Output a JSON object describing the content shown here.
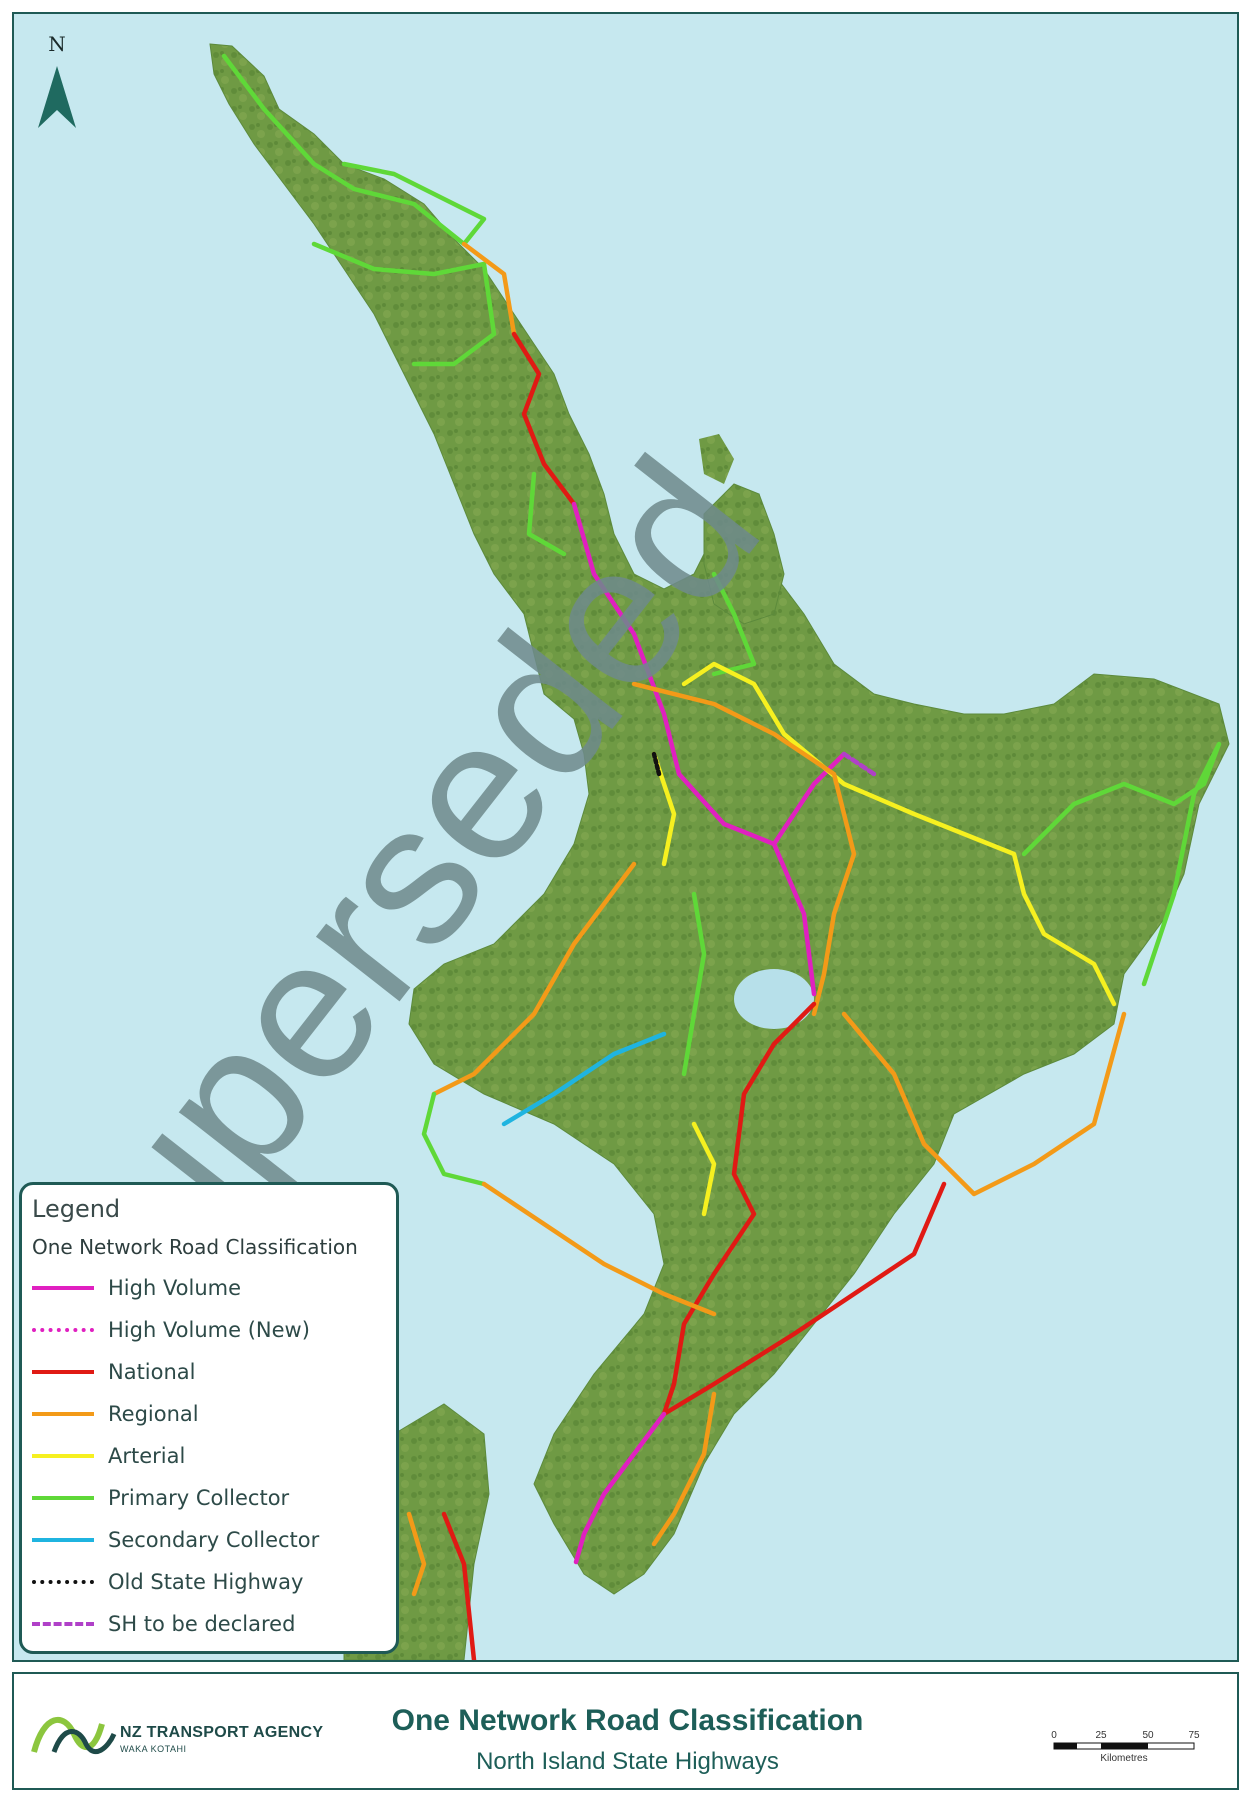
{
  "north_arrow": {
    "label": "N"
  },
  "legend": {
    "title": "Legend",
    "subtitle": "One Network Road Classification",
    "items": [
      {
        "label": "High Volume",
        "color": "#e020c0",
        "style": "solid",
        "icon": "line-swatch-icon"
      },
      {
        "label": "High Volume (New)",
        "color": "#e020c0",
        "style": "dotted",
        "icon": "line-swatch-icon"
      },
      {
        "label": "National",
        "color": "#e01a14",
        "style": "solid",
        "icon": "line-swatch-icon"
      },
      {
        "label": "Regional",
        "color": "#f39a18",
        "style": "solid",
        "icon": "line-swatch-icon"
      },
      {
        "label": "Arterial",
        "color": "#f6f020",
        "style": "solid",
        "icon": "line-swatch-icon"
      },
      {
        "label": "Primary Collector",
        "color": "#5fd838",
        "style": "solid",
        "icon": "line-swatch-icon"
      },
      {
        "label": "Secondary Collector",
        "color": "#1fb4e0",
        "style": "solid",
        "icon": "line-swatch-icon"
      },
      {
        "label": "Old State Highway",
        "color": "#111111",
        "style": "dotted",
        "icon": "line-swatch-icon"
      },
      {
        "label": "SH to be declared",
        "color": "#b040c8",
        "style": "dashed",
        "icon": "line-swatch-icon"
      }
    ]
  },
  "watermark": {
    "text": "superseded",
    "color": "#6e8a8c"
  },
  "colors": {
    "sea": "#c6e8ef",
    "land": "#6f9a44",
    "frame": "#1f5a55"
  },
  "footer": {
    "logo_name": "NZ TRANSPORT AGENCY",
    "logo_sub": "WAKA KOTAHI",
    "title": "One Network Road Classification",
    "subtitle": "North Island State Highways",
    "scale": {
      "ticks": [
        "0",
        "25",
        "50",
        "75"
      ],
      "unit": "Kilometres"
    }
  }
}
